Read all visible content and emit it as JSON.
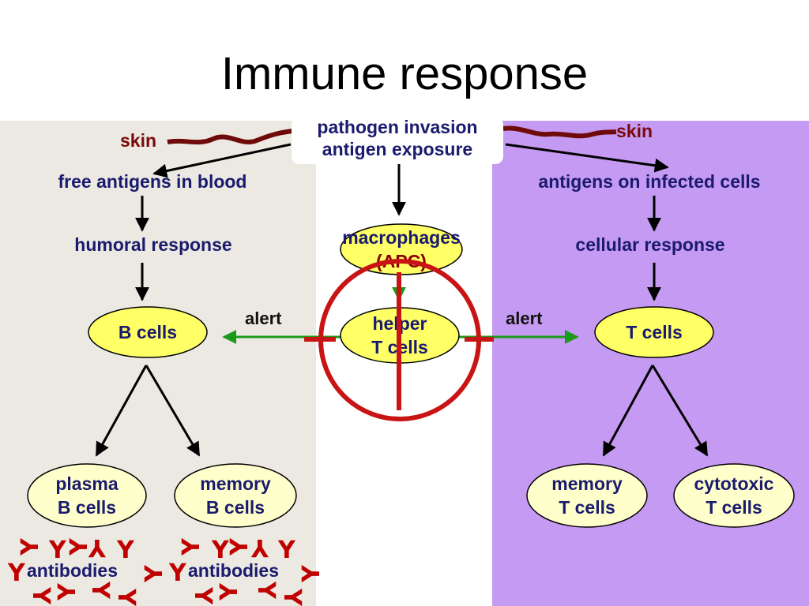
{
  "title": "Immune response",
  "skin_left": "skin",
  "skin_right": "skin",
  "invasion": {
    "line1": "pathogen invasion",
    "line2": "antigen exposure"
  },
  "left": {
    "antigens": "free antigens in blood",
    "response": "humoral response",
    "b_cells": "B cells",
    "plasma": {
      "line1": "plasma",
      "line2": "B cells"
    },
    "memory": {
      "line1": "memory",
      "line2": "B cells"
    },
    "antibodies_1": "antibodies",
    "antibodies_2": "antibodies"
  },
  "center": {
    "macrophages": {
      "line1": "macrophages",
      "line2": "(APC)"
    },
    "helper": {
      "line1": "helper",
      "line2": "T cells"
    },
    "alert_left": "alert",
    "alert_right": "alert"
  },
  "right": {
    "antigens": "antigens on infected cells",
    "response": "cellular response",
    "t_cells": "T cells",
    "memory": {
      "line1": "memory",
      "line2": "T cells"
    },
    "cytotoxic": {
      "line1": "cytotoxic",
      "line2": "T cells"
    }
  },
  "colors": {
    "left_panel": "#ebe9e1",
    "right_panel": "#c59af2",
    "node_fill": "#ffff66",
    "antibody_fill": "#ffffcc",
    "label_text": "#1a1a6e",
    "alert_arrow": "#1a9a1a",
    "target": "#c81414",
    "skin_line": "#6e0a0a"
  },
  "antibody_glyph": "Y"
}
